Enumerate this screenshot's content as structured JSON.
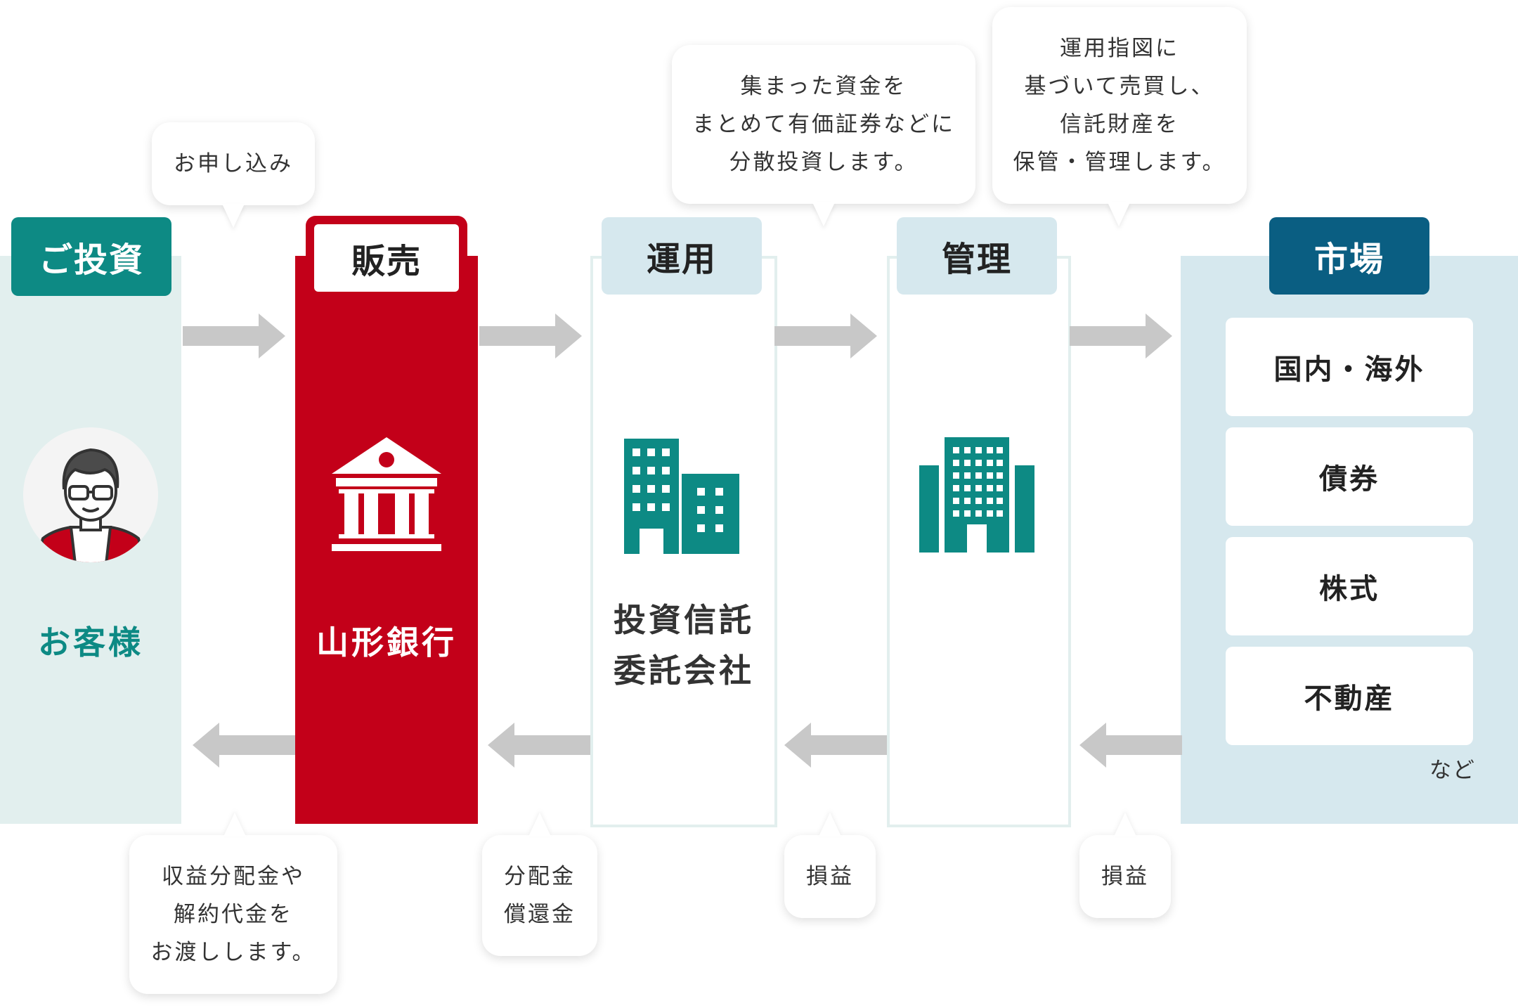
{
  "colors": {
    "customer_panel": "#e2efee",
    "customer_accent": "#0d8a84",
    "bank_red": "#c30019",
    "teal_building": "#0d8a84",
    "market_panel": "#d6e8ee",
    "market_accent": "#0a5e82",
    "arrow_gray": "#c8c8c8"
  },
  "columns": {
    "customer": {
      "tab": "ご投資",
      "name": "お客様",
      "icon": "person-avatar-icon"
    },
    "bank": {
      "tab": "販売",
      "name": "山形銀行",
      "icon": "bank-building-icon"
    },
    "unyo": {
      "tab": "運用",
      "name_line1": "投資信託",
      "name_line2": "委託会社",
      "icon": "office-buildings-icon"
    },
    "kanri": {
      "tab": "管理",
      "icon": "office-tower-icon"
    },
    "market": {
      "tab": "市場",
      "items": [
        "国内・海外",
        "債券",
        "株式",
        "不動産"
      ],
      "note": "など"
    }
  },
  "bubbles_top": {
    "apply": "お申し込み",
    "invest": "集まった資金を\nまとめて有価証券などに\n分散投資します。",
    "manage": "運用指図に\n基づいて売買し、\n信託財産を\n保管・管理します。"
  },
  "bubbles_bottom": {
    "payout": "収益分配金や\n解約代金を\nお渡しします。",
    "dividend": "分配金\n償還金",
    "pl1": "損益",
    "pl2": "損益"
  }
}
